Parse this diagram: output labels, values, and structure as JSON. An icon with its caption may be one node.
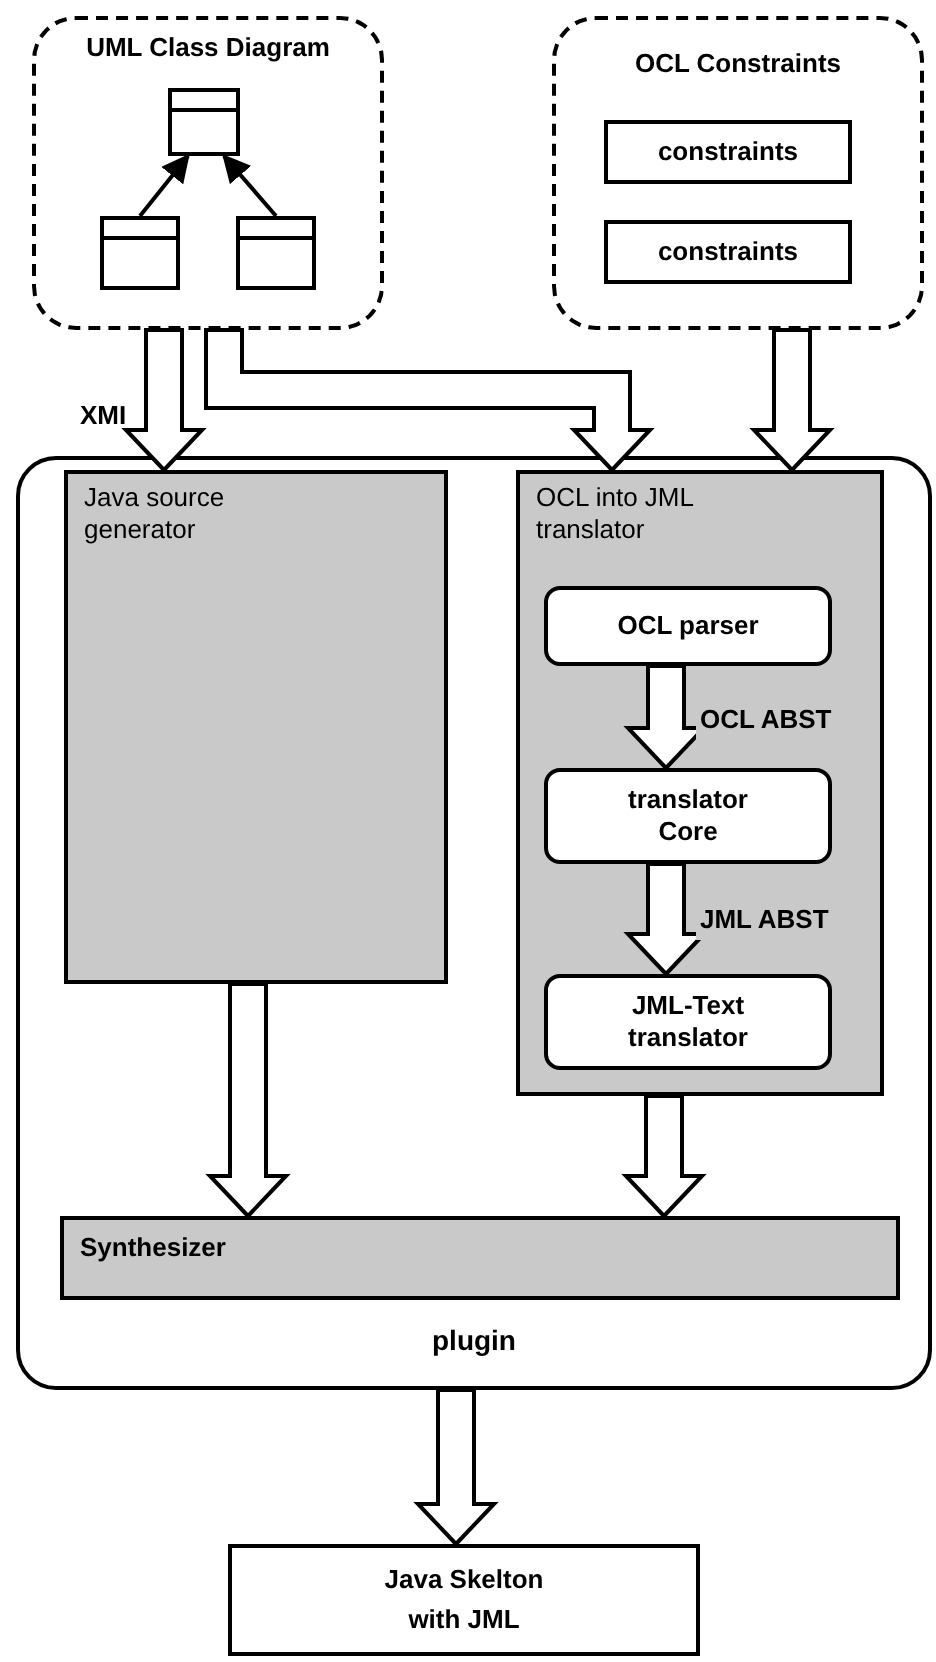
{
  "diagram": {
    "nodes": [
      {
        "text": [
          "UML Class Diagram"
        ]
      },
      {
        "text": [],
        "shape": "box",
        "in": 0
      },
      {
        "text": [],
        "shape": "box",
        "in": 0
      },
      {
        "text": [],
        "shape": "box",
        "in": 0
      },
      {
        "text": [
          "OCL Constraints"
        ]
      },
      {
        "text": [
          "constraints"
        ],
        "in": 4
      },
      {
        "text": [
          "constraints"
        ],
        "in": 4
      },
      {
        "text": [
          "plugin"
        ]
      },
      {
        "text": [
          "Java source generator"
        ],
        "in": 7
      },
      {
        "text": [
          "OCL into JML translator"
        ],
        "in": 7
      },
      {
        "text": [
          "OCL parser"
        ],
        "in": 9
      },
      {
        "text": [
          "translator Core"
        ],
        "in": 9
      },
      {
        "text": [
          "JML-Text translator"
        ],
        "in": 9
      },
      {
        "text": [
          "Synthesizer"
        ],
        "in": 7
      },
      {
        "text": [
          "Java Skelton with JML"
        ]
      }
    ],
    "edges": [
      {
        "from": 2,
        "to": 1,
        "arrow": "to"
      },
      {
        "from": 3,
        "to": 1,
        "arrow": "to"
      },
      {
        "from": 0,
        "to": 8,
        "arrow": "to",
        "label": "XMI",
        "style": "thick"
      },
      {
        "from": 0,
        "to": 9,
        "arrow": "to",
        "style": "thick"
      },
      {
        "from": 4,
        "to": 9,
        "arrow": "to",
        "style": "thick"
      },
      {
        "from": 10,
        "to": 11,
        "arrow": "to",
        "label": "OCL ABST",
        "style": "thick"
      },
      {
        "from": 11,
        "to": 12,
        "arrow": "to",
        "label": "JML ABST",
        "style": "thick"
      },
      {
        "from": 8,
        "to": 13,
        "arrow": "to",
        "style": "thick"
      },
      {
        "from": 9,
        "to": 13,
        "arrow": "to",
        "style": "thick"
      },
      {
        "from": 7,
        "to": 14,
        "arrow": "to",
        "style": "thick"
      }
    ]
  }
}
